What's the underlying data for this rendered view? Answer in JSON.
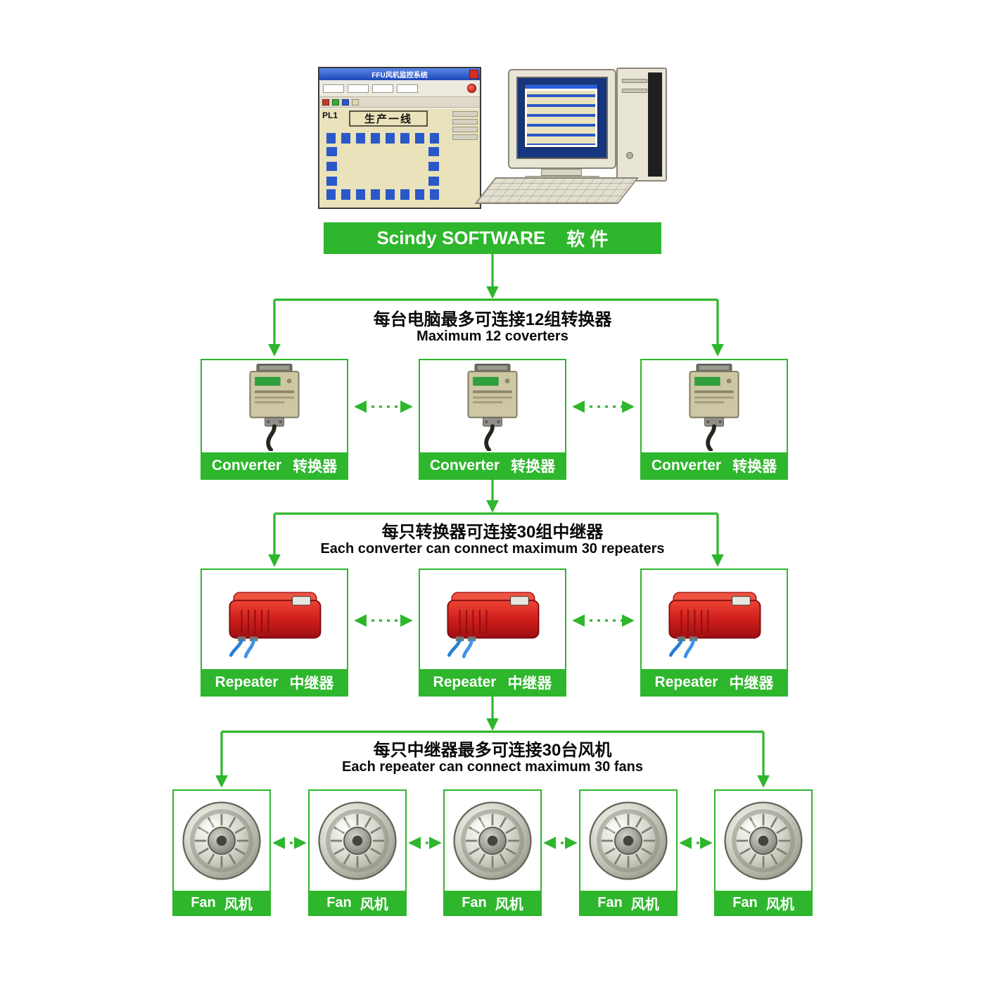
{
  "colors": {
    "accent_green": "#2eb62c",
    "repeater_red": "#c8201e",
    "converter_tan": "#cdc7a4",
    "fan_silver": "#b9b9ad"
  },
  "screenshot": {
    "window_title": "FFU风机监控系统",
    "area_code": "PL1",
    "line_name": "生产一线"
  },
  "banner": {
    "label_en": "Scindy SOFTWARE",
    "label_cn": "软 件"
  },
  "converter_level": {
    "heading_cn": "每台电脑最多可连接12组转换器",
    "heading_en": "Maximum 12 coverters",
    "label_en": "Converter",
    "label_cn": "转换器"
  },
  "repeater_level": {
    "heading_cn": "每只转换器可连接30组中继器",
    "heading_en": "Each converter can connect maximum 30 repeaters",
    "label_en": "Repeater",
    "label_cn": "中继器"
  },
  "fan_level": {
    "heading_cn": "每只中继器最多可连接30台风机",
    "heading_en": "Each repeater can connect maximum 30 fans",
    "label_en": "Fan",
    "label_cn": "风机"
  }
}
